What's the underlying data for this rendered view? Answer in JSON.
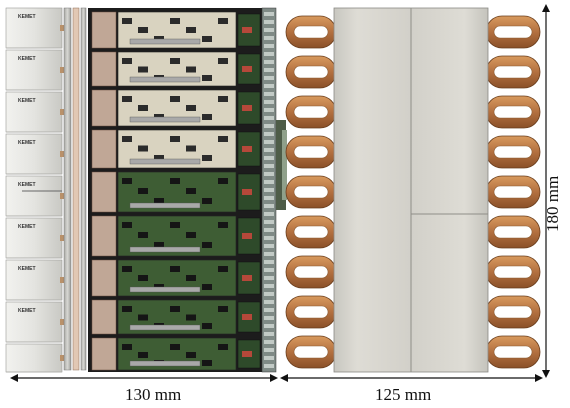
{
  "dimensions": {
    "left_width": "130 mm",
    "right_width": "125 mm",
    "height": "180 mm"
  },
  "capacitor_brand": "KEMET",
  "colors": {
    "capacitor_body": "#dcdcd8",
    "pcb_green": "#3d5a32",
    "pcb_dark": "#1e1e1e",
    "copper": "#b8773f",
    "core": "#d4d3cc",
    "arrow": "#111111"
  }
}
